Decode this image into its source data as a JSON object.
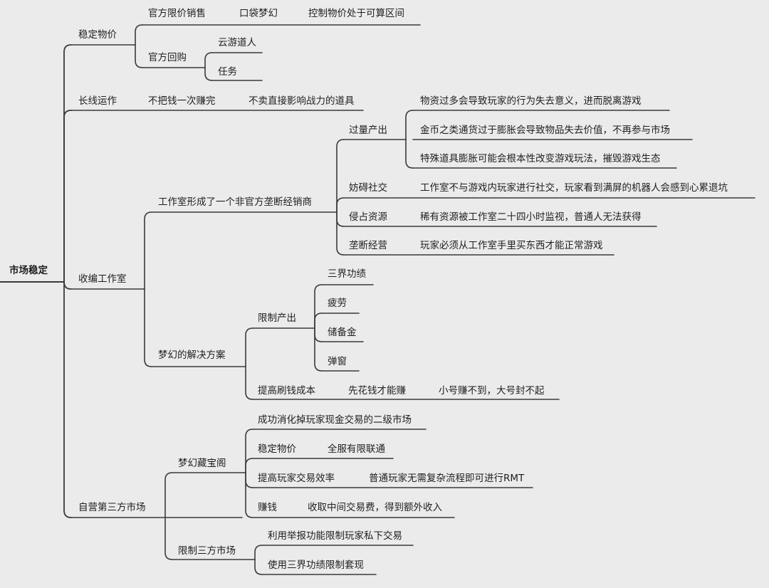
{
  "root": "市场稳定",
  "n": {
    "stable": "稳定物价",
    "official_limit": "官方限价销售",
    "pocket": "口袋梦幻",
    "control": "控制物价处于可算区间",
    "official_buyback": "官方回购",
    "yunyou": "云游道人",
    "task": "任务",
    "longterm": "长线运作",
    "not_once": "不把钱一次赚完",
    "no_items": "不卖直接影响战力的道具",
    "studio": "收编工作室",
    "studio_monopoly": "工作室形成了一个非官方垄断经销商",
    "overprod": "过量产出",
    "op1": "物资过多会导致玩家的行为失去意义，进而脱离游戏",
    "op2": "金币之类通货过于膨胀会导致物品失去价值，不再参与市场",
    "op3": "特殊道具膨胀可能会根本性改变游戏玩法，摧毁游戏生态",
    "social": "妨碍社交",
    "social_d": "工作室不与游戏内玩家进行社交，玩家看到满屏的机器人会感到心累退坑",
    "occupy": "侵占资源",
    "occupy_d": "稀有资源被工作室二十四小时监视，普通人无法获得",
    "monopoly": "垄断经营",
    "monopoly_d": "玩家必须从工作室手里买东西才能正常游戏",
    "solution": "梦幻的解决方案",
    "limit_out": "限制产出",
    "sanjie": "三界功绩",
    "fatigue": "疲劳",
    "reserve": "储备金",
    "popup": "弹窗",
    "raise_cost": "提高刷钱成本",
    "spend_first": "先花钱才能赚",
    "small_acc": "小号赚不到，大号封不起",
    "selfrun": "自营第三方市场",
    "cangbao": "梦幻藏宝阁",
    "absorb": "成功消化掉玩家现金交易的二级市场",
    "stable2": "稳定物价",
    "server_link": "全服有限联通",
    "efficiency": "提高玩家交易效率",
    "rmt": "普通玩家无需复杂流程即可进行RMT",
    "earn": "赚钱",
    "fee": "收取中间交易费，得到额外收入",
    "limit3": "限制三方市场",
    "report": "利用举报功能限制玩家私下交易",
    "use_sanjie": "使用三界功绩限制套现"
  }
}
